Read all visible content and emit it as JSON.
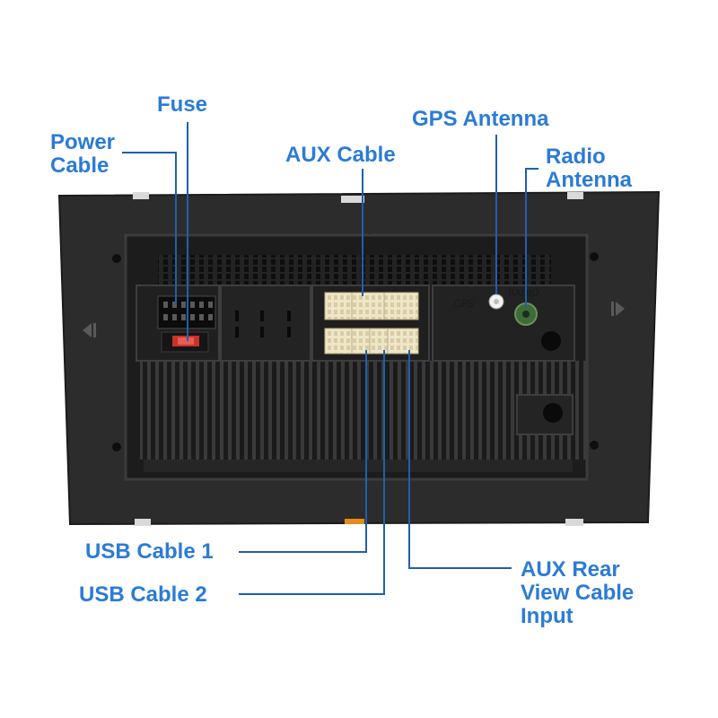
{
  "labels": {
    "fuse": "Fuse",
    "power_cable_1": "Power",
    "power_cable_2": "Cable",
    "aux_cable": "AUX Cable",
    "gps_antenna": "GPS Antenna",
    "radio_antenna_1": "Radio",
    "radio_antenna_2": "Antenna",
    "usb_cable_1": "USB Cable 1",
    "usb_cable_2": "USB Cable 2",
    "aux_rear_1": "AUX Rear",
    "aux_rear_2": "View Cable",
    "aux_rear_3": "Input"
  },
  "panel_text": {
    "gps": "GPS",
    "radio": "RADIO"
  },
  "colors": {
    "label_blue": "#2b7bd6",
    "leader_blue": "#1f5fb0",
    "housing": "#2c2c2c",
    "connector": "#efe6c8",
    "fuse_red": "#c8322a",
    "radio_green": "#3e6b3a"
  }
}
